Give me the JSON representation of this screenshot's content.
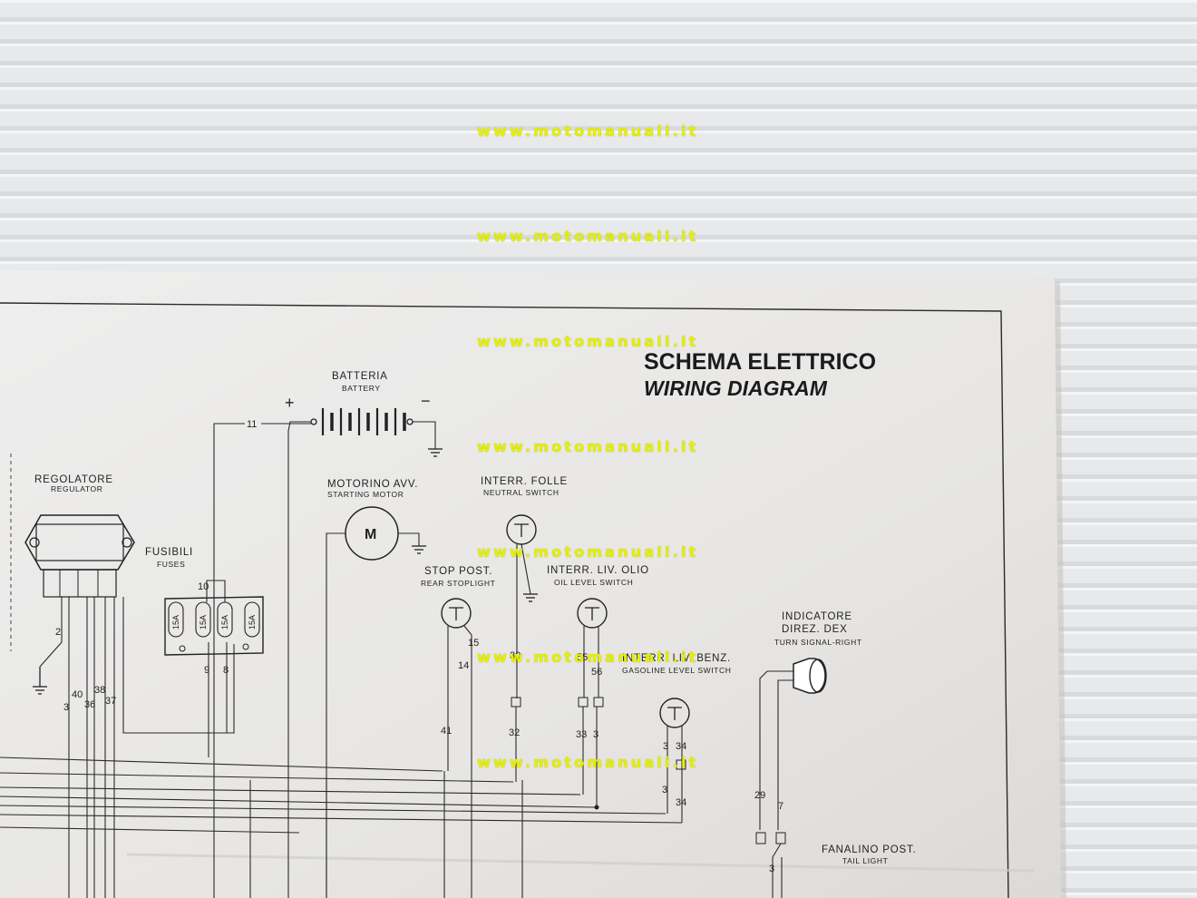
{
  "watermark": {
    "text": "www.motomanuali.it",
    "color": "#e4f000",
    "rows": 7
  },
  "diagram": {
    "title_it": "SCHEMA ELETTRICO",
    "title_en": "WIRING DIAGRAM",
    "components": {
      "battery": {
        "label_it": "BATTERIA",
        "label_en": "BATTERY",
        "plus": "+",
        "minus": "−"
      },
      "regulator": {
        "label_it": "REGOLATORE",
        "label_en": "REGULATOR"
      },
      "fuses": {
        "label_it": "FUSIBILI",
        "label_en": "FUSES",
        "ratings": [
          "15A",
          "15A",
          "15A",
          "15A"
        ]
      },
      "starting_motor": {
        "label_it": "MOTORINO AVV.",
        "label_en": "STARTING MOTOR",
        "symbol": "M"
      },
      "neutral_switch": {
        "label_it": "INTERR. FOLLE",
        "label_en": "NEUTRAL SWITCH"
      },
      "stoplight": {
        "label_it": "STOP POST.",
        "label_en": "REAR STOPLIGHT"
      },
      "oil_switch": {
        "label_it": "INTERR. LIV. OLIO",
        "label_en": "OIL LEVEL SWITCH"
      },
      "gasoline_switch": {
        "label_it": "INTERR. LIV. BENZ.",
        "label_en": "GASOLINE LEVEL SWITCH"
      },
      "turn_signal_right": {
        "label_it_1": "INDICATORE",
        "label_it_2": "DIREZ. DEX",
        "label_en": "TURN SIGNAL-RIGHT"
      },
      "tail_light": {
        "label_it": "FANALINO POST.",
        "label_en": "TAIL LIGHT"
      }
    },
    "wire_numbers": {
      "w11": "11",
      "w10": "10",
      "w9": "9",
      "w8": "8",
      "w2": "2",
      "w40": "40",
      "w38": "38",
      "w3a": "3",
      "w36": "36",
      "w37": "37",
      "w15": "15",
      "w14": "14",
      "w41": "41",
      "w30": "30",
      "w32": "32",
      "w55": "55",
      "w56": "56",
      "w33": "33",
      "w3b": "3",
      "w3c": "3",
      "w34a": "34",
      "w3d": "3",
      "w34b": "34",
      "w29": "29",
      "w7": "7",
      "w3e": "3"
    }
  }
}
